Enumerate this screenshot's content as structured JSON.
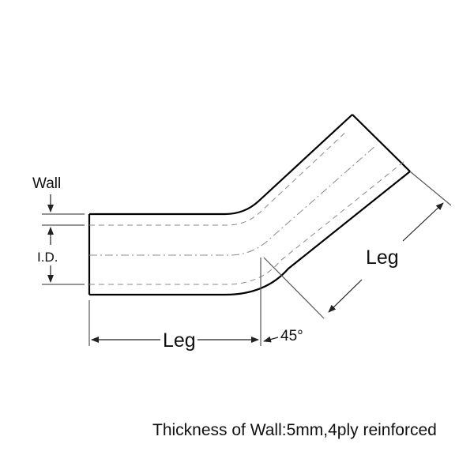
{
  "labels": {
    "wall": "Wall",
    "id": "I.D.",
    "leg_horizontal": "Leg",
    "leg_diagonal": "Leg",
    "angle": "45°"
  },
  "caption": "Thickness of Wall:5mm,4ply reinforced",
  "colors": {
    "line": "#000000",
    "dashed": "#777777",
    "dimension": "#555555",
    "text": "#111111"
  }
}
